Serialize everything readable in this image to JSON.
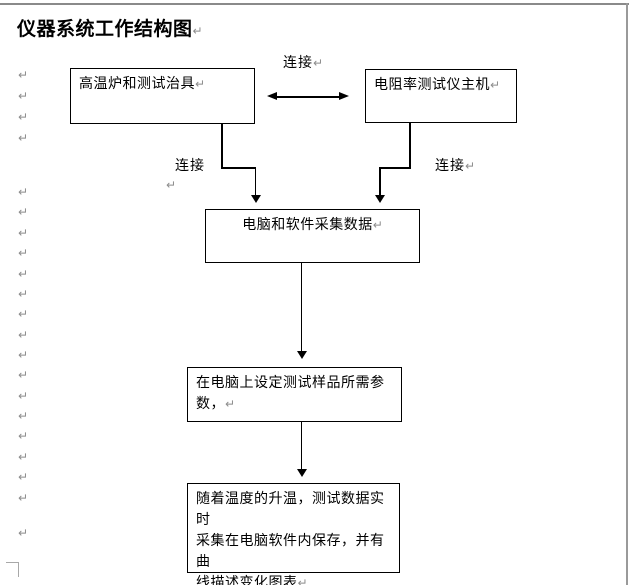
{
  "title": {
    "text": "仪器系统工作结构图"
  },
  "marks": {
    "pilcrow": "↵"
  },
  "flowchart": {
    "connect_top": "连接",
    "connect_left": "连接",
    "connect_right": "连接",
    "box_furnace": "高温炉和测试治具",
    "box_tester": "电阻率测试仪主机",
    "box_computer": "电脑和软件采集数据",
    "box_params": "在电脑上设定测试样品所需参\n数，",
    "box_result": "随着温度的升温，测试数据实时\n采集在电脑软件内保存，并有曲\n线描述变化图表"
  },
  "colors": {
    "line": "#000000",
    "paragraph_mark": "#8c8c8c",
    "page_edge": "#8a8a8a"
  }
}
